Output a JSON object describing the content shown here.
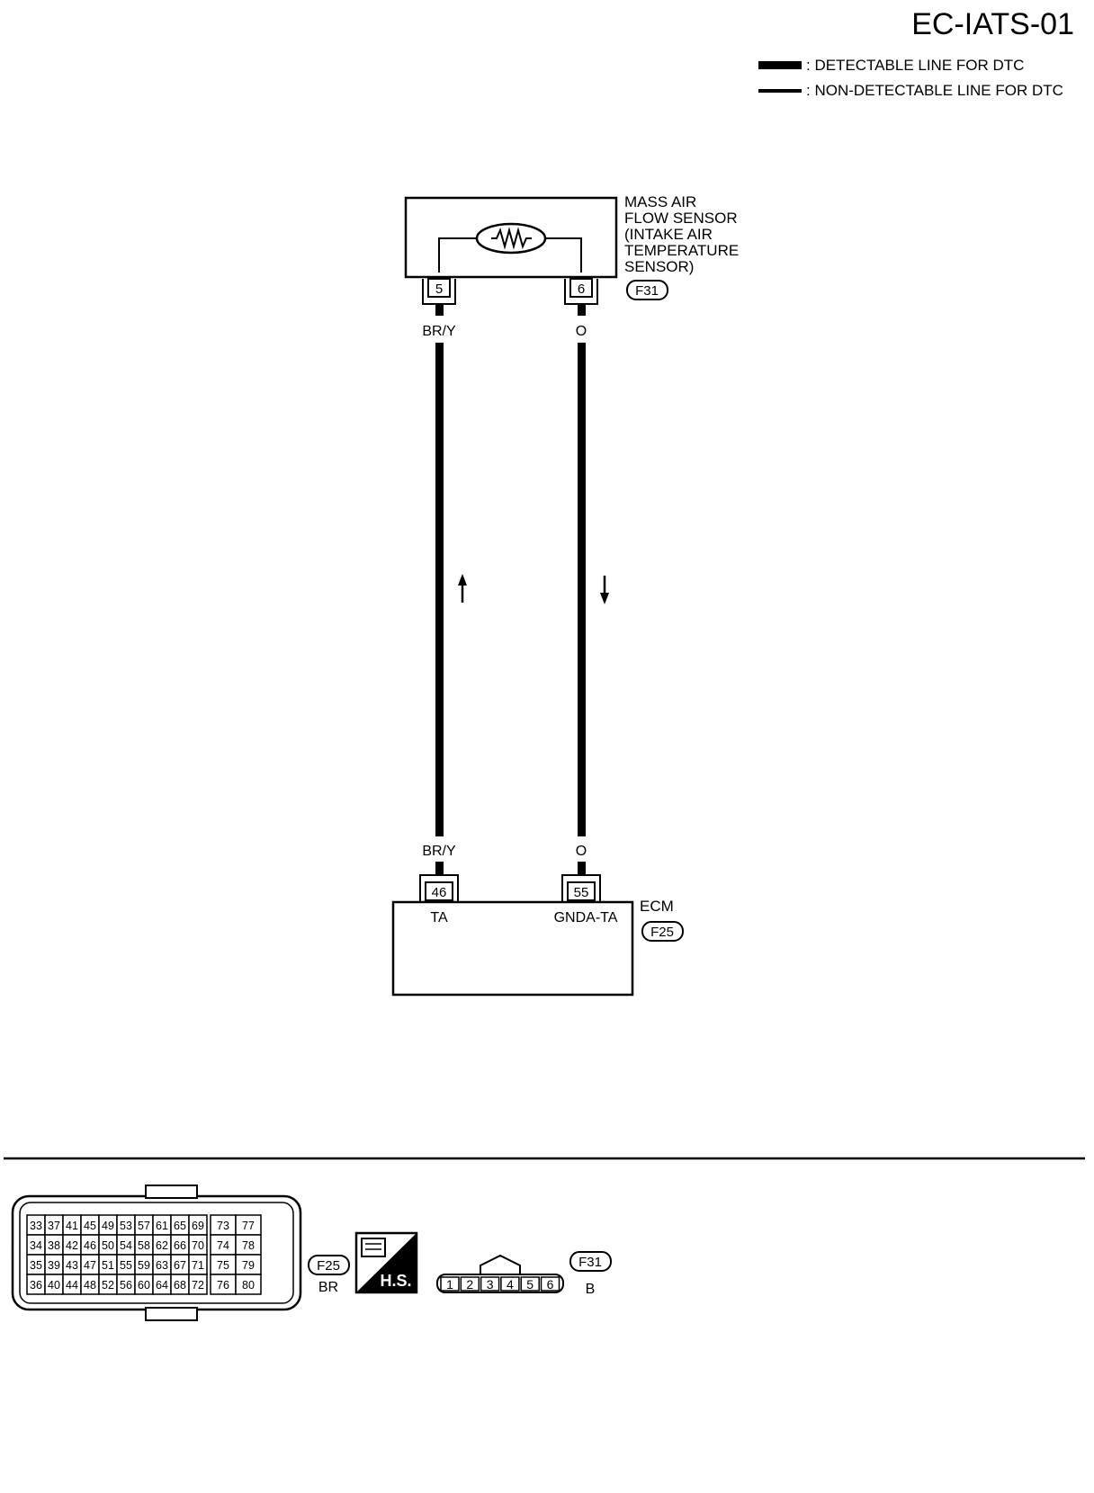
{
  "title": "EC-IATS-01",
  "legend": {
    "detectable": ": DETECTABLE LINE FOR DTC",
    "non_detectable": ": NON-DETECTABLE LINE FOR DTC"
  },
  "sensor": {
    "name_lines": [
      "MASS AIR",
      "FLOW SENSOR",
      "(INTAKE AIR",
      "TEMPERATURE",
      "SENSOR)"
    ],
    "connector": "F31",
    "pins": [
      "5",
      "6"
    ]
  },
  "wires": {
    "left_color": "BR/Y",
    "right_color": "O"
  },
  "ecm": {
    "name": "ECM",
    "connector": "F25",
    "pins": [
      "46",
      "55"
    ],
    "terminal_labels": [
      "TA",
      "GNDA-TA"
    ]
  },
  "connector_views": {
    "f25": {
      "id": "F25",
      "color": "BR",
      "rows": [
        [
          "33",
          "37",
          "41",
          "45",
          "49",
          "53",
          "57",
          "61",
          "65",
          "69",
          "73",
          "77"
        ],
        [
          "34",
          "38",
          "42",
          "46",
          "50",
          "54",
          "58",
          "62",
          "66",
          "70",
          "74",
          "78"
        ],
        [
          "35",
          "39",
          "43",
          "47",
          "51",
          "55",
          "59",
          "63",
          "67",
          "71",
          "75",
          "79"
        ],
        [
          "36",
          "40",
          "44",
          "48",
          "52",
          "56",
          "60",
          "64",
          "68",
          "72",
          "76",
          "80"
        ]
      ]
    },
    "hs_label": "H.S.",
    "f31": {
      "id": "F31",
      "color": "B",
      "pins": [
        "1",
        "2",
        "3",
        "4",
        "5",
        "6"
      ]
    }
  }
}
